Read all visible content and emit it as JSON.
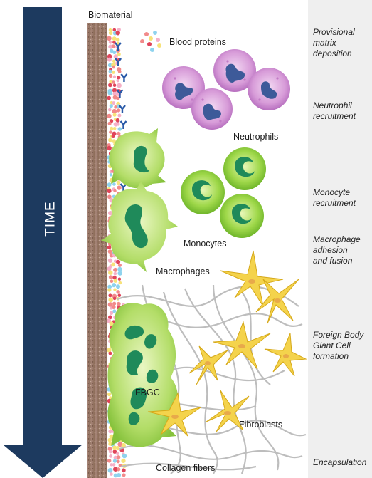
{
  "time_label": "TIME",
  "labels": {
    "biomaterial": "Biomaterial",
    "blood_proteins": "Blood proteins",
    "neutrophils": "Neutrophils",
    "monocytes": "Monocytes",
    "macrophages": "Macrophages",
    "fbgc": "FBGC",
    "fibroblasts": "Fibroblasts",
    "collagen_fibers": "Collagen fibers"
  },
  "stages": [
    "Provisional\nmatrix\ndeposition",
    "Neutrophil\nrecruitment",
    "Monocyte\nrecruitment",
    "Macrophage\nadhesion\nand fusion",
    "Foreign Body\nGiant Cell\nformation",
    "Encapsulation"
  ],
  "colors": {
    "time_arrow": "#1d3a5f",
    "stage_panel": "#efefef",
    "biomaterial": "#9a7a63",
    "neutrophil": "#d59bd6",
    "neutrophil_nucleus": "#3d5a99",
    "monocyte": "#8ed13a",
    "macrophage": "#a8d85a",
    "nucleus_green": "#1f8a5a",
    "fibroblast": "#f2d04a",
    "collagen": "#b9b9b9"
  }
}
